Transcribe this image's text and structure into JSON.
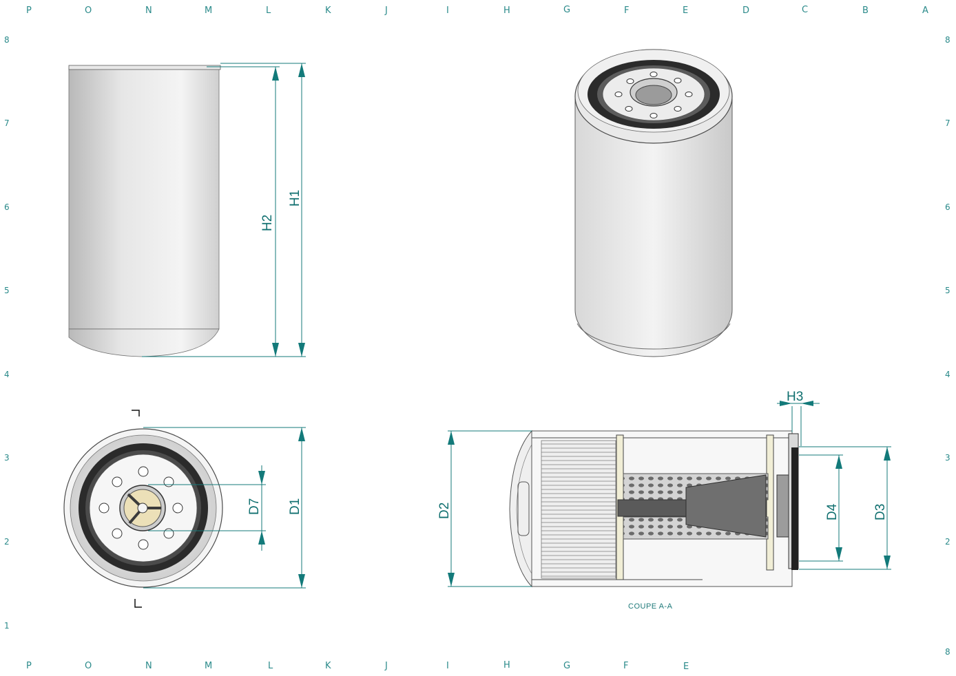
{
  "sheet": {
    "columns_top": [
      "P",
      "O",
      "N",
      "M",
      "L",
      "K",
      "J",
      "I",
      "H",
      "G",
      "F",
      "E",
      "D",
      "C",
      "B",
      "A"
    ],
    "columns_bottom": [
      "P",
      "O",
      "N",
      "M",
      "L",
      "K",
      "J",
      "I",
      "H",
      "G",
      "F",
      "E"
    ],
    "rows_left": [
      "8",
      "7",
      "6",
      "5",
      "4",
      "3",
      "2",
      "1"
    ],
    "rows_right": [
      "8",
      "7",
      "6",
      "5",
      "4",
      "3",
      "2",
      "8"
    ]
  },
  "dimensions": {
    "h1": "H1",
    "h2": "H2",
    "d1": "D1",
    "d7": "D7",
    "d2": "D2",
    "h3": "H3",
    "d4": "D4",
    "d3": "D3"
  },
  "section": {
    "caption": "COUPE A-A"
  },
  "colors": {
    "dimension": "#137a7a",
    "grid_label": "#2a8a8a",
    "gasket": "#2b2b2b",
    "body_light": "#f2f2f2",
    "body_shade": "#b8b8b8"
  }
}
